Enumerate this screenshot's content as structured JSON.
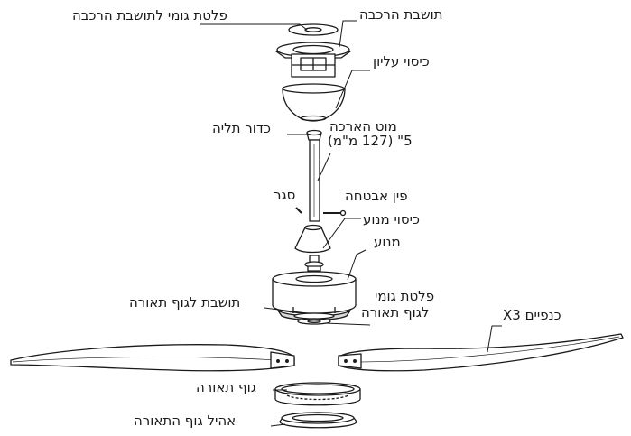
{
  "labels": {
    "rubber_gasket_mount": "פלטת גומי לתושבת הרכבה",
    "mounting_bracket": "תושבת הרכבה",
    "top_canopy": "כיסוי עליון",
    "hanger_ball": "כדור תליה",
    "downrod_line1": "מוט הארכה",
    "downrod_line2": "5\" (127 מ\"מ)",
    "safety_pin": "פין אבטחה",
    "cotter": "סגר",
    "motor_cover": "כיסוי מנוע",
    "motor": "מנוע",
    "light_bracket": "תושבת לגוף תאורה",
    "rubber_gasket_light_line1": "פלטת גומי",
    "rubber_gasket_light_line2": "לגוף תאורה",
    "blades": "כנפיים X3",
    "light_body": "גוף תאורה",
    "light_shade": "אהיל גוף התאורה"
  },
  "colors": {
    "stroke": "#1a1a1a",
    "fill": "#ffffff",
    "shade": "#d9d9d9"
  }
}
